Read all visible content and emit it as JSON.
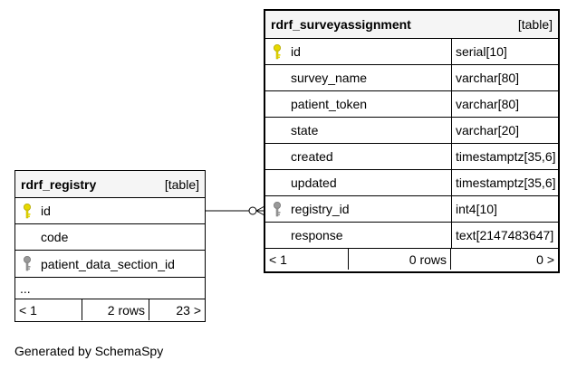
{
  "tables": {
    "registry": {
      "name": "rdrf_registry",
      "kind": "[table]",
      "columns": [
        {
          "name": "id",
          "key": "primary"
        },
        {
          "name": "code",
          "key": "none"
        },
        {
          "name": "patient_data_section_id",
          "key": "foreign"
        }
      ],
      "more": "...",
      "footer": {
        "prev": "< 1",
        "rows": "2 rows",
        "next": "23 >"
      }
    },
    "surveyassignment": {
      "name": "rdrf_surveyassignment",
      "kind": "[table]",
      "columns": [
        {
          "name": "id",
          "type": "serial[10]",
          "key": "primary"
        },
        {
          "name": "survey_name",
          "type": "varchar[80]",
          "key": "none"
        },
        {
          "name": "patient_token",
          "type": "varchar[80]",
          "key": "none"
        },
        {
          "name": "state",
          "type": "varchar[20]",
          "key": "none"
        },
        {
          "name": "created",
          "type": "timestamptz[35,6]",
          "key": "none"
        },
        {
          "name": "updated",
          "type": "timestamptz[35,6]",
          "key": "none"
        },
        {
          "name": "registry_id",
          "type": "int4[10]",
          "key": "foreign"
        },
        {
          "name": "response",
          "type": "text[2147483647]",
          "key": "none"
        }
      ],
      "footer": {
        "prev": "< 1",
        "rows": "0 rows",
        "next": "0 >"
      }
    }
  },
  "generated_by": "Generated by SchemaSpy",
  "colors": {
    "primary_key": "#e6d800",
    "foreign_key": "#999999",
    "header_bg": "#f5f5f5"
  }
}
